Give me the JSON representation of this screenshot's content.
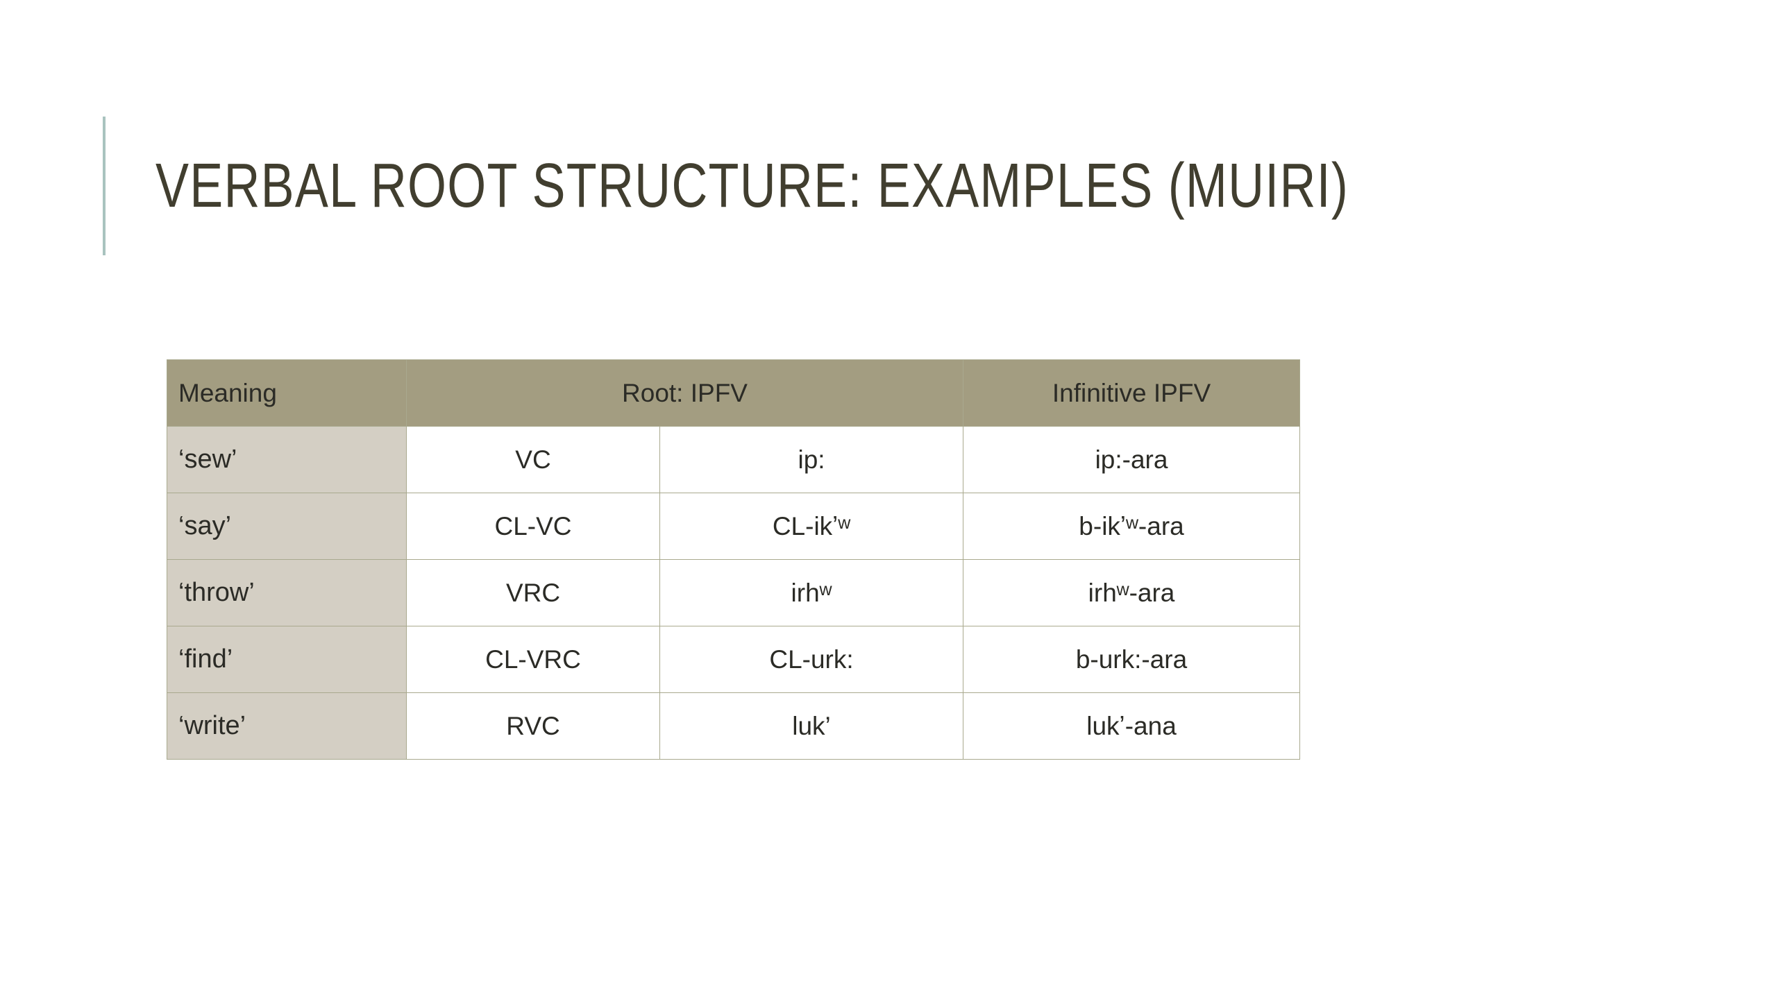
{
  "slide": {
    "title": "VERBAL ROOT STRUCTURE: EXAMPLES (MUIRI)",
    "accent_color": "#a9c3bf",
    "title_color": "#413e2f",
    "background_color": "#ffffff"
  },
  "table": {
    "header_bg": "#a39d81",
    "header_text_color": "#ffffff",
    "first_column_bg": "#d4cfc4",
    "cell_bg": "#ffffff",
    "border_color": "#a9a98e",
    "headers": {
      "meaning": "Meaning",
      "root_ipfv": "Root: IPFV",
      "infinitive_ipfv": "Infinitive IPFV"
    },
    "rows": [
      {
        "meaning": "‘sew’",
        "shape": "VC",
        "root": "ip:",
        "infinitive": "ip:-ara"
      },
      {
        "meaning": "‘say’",
        "shape": "CL-VC",
        "root": "CL-ikʼʷ",
        "infinitive": "b-ikʼʷ-ara"
      },
      {
        "meaning": "‘throw’",
        "shape": "VRC",
        "root": "irhʷ",
        "infinitive": "irhʷ-ara"
      },
      {
        "meaning": "‘find’",
        "shape": "CL-VRC",
        "root": "CL-urk:",
        "infinitive": "b-urk:-ara"
      },
      {
        "meaning": "‘write’",
        "shape": "RVC",
        "root": "luk’",
        "infinitive": "lukʼ-ana"
      }
    ]
  }
}
